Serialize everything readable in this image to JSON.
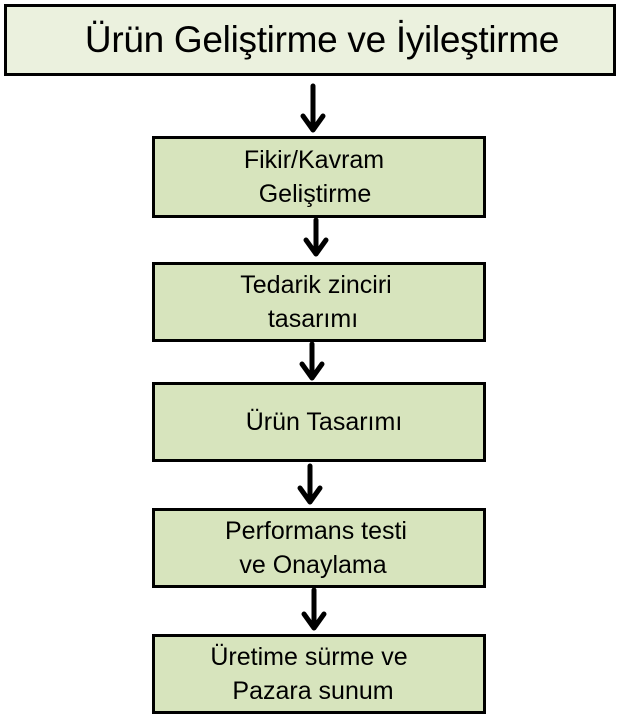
{
  "title": "Ürün Geliştirme ve İyileştirme",
  "steps": [
    {
      "lines": [
        "Fikir/Kavram",
        "Geliştirme"
      ]
    },
    {
      "lines": [
        "Tedarik zinciri",
        "tasarımı"
      ]
    },
    {
      "lines": [
        "Ürün Tasarımı"
      ]
    },
    {
      "lines": [
        "Performans testi",
        "ve Onaylama"
      ]
    },
    {
      "lines": [
        "Üretime sürme ve",
        "Pazara sunum"
      ]
    }
  ],
  "colors": {
    "title_fill": "#ebf1de",
    "step_fill": "#d7e4bd",
    "border": "#000000",
    "text": "#000000"
  }
}
